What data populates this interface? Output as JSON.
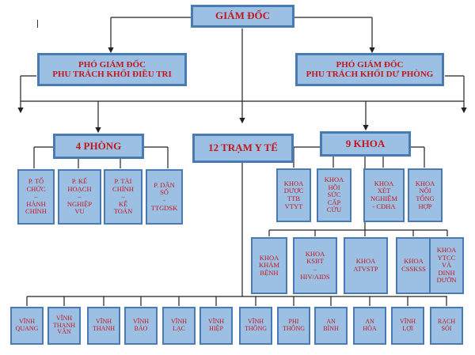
{
  "director": "GIÁM ĐỐC",
  "deputies": {
    "treatment": "PHÓ GIÁM ĐỐC\nPHU TRÁCH KHỐI ĐIỀU TRI",
    "prevention": "PHÓ GIÁM ĐỐC\nPHU TRÁCH KHỐI DƯ PHÒNG"
  },
  "groups": {
    "departments": "4 PHÒNG",
    "stations": "12 TRẠM Y TẾ",
    "faculties": "9 KHOA"
  },
  "departments": [
    "P. TỔ\nCHỨC\n–\nHÀNH\nCHÍNH",
    "P. KẾ\nHOẠCH\n–\nNGHIỆP\nVU",
    "P. TÀI\nCHÍNH\n–\nKẾ\nTOÁN",
    "P. DÂN\nSỐ\n-\nTTGDSK"
  ],
  "faculties_row1": [
    "KHOA\nDƯỢC\nTTB\nVTYT",
    "KHOA\nHỒI\nSỨC\nCẤP\nCỨU",
    "KHOA\nXÉT\nNGHIỆM\n- CĐHA",
    "KHOA\nNỘI\nTỔNG\nHỢP"
  ],
  "faculties_row2": [
    "KHOA\nKHÁM\nBỆNH",
    "KHOA\nKSBT\n–\nHIV/AIDS",
    "KHOA\nATVSTP",
    "KHOA\nCSSKSS",
    "KHOA\nYTCC\nVÀ\nDINH\nDƯỠN"
  ],
  "stations": [
    "VĨNH\nQUANG",
    "VĨNH\nTHANH\nVÂN",
    "VĨNH\nTHANH",
    "VĨNH\nBẢO",
    "VĨNH\nLẠC",
    "VĨNH\nHIỆP",
    "VĨNH\nTHÔNG",
    "PHI\nTHÔNG",
    "AN\nBÌNH",
    "AN\nHÒA",
    "VĨNH\nLỢI",
    "RẠCH\nSỎI"
  ],
  "colors": {
    "box_fill": "#9cc0e4",
    "box_border": "#4a7ab2",
    "text": "#c4161c",
    "line": "#222222"
  }
}
